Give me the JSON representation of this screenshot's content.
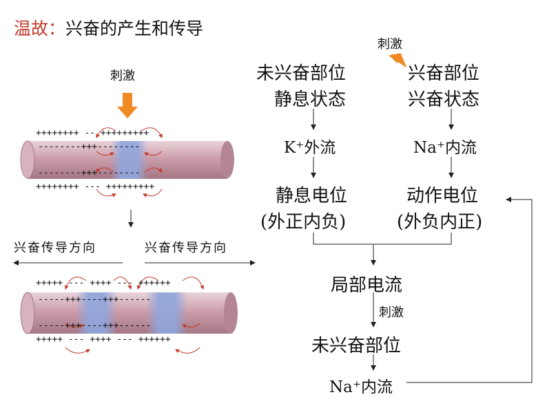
{
  "title": {
    "prefix": "温故：",
    "main": "兴奋的产生和传导"
  },
  "left": {
    "stimulus": "刺激",
    "top_nerve": {
      "outer_top": "++++++++ -- +++++++++",
      "inner_top": "--------+++--------",
      "inner_bottom": "--------+++--------",
      "outer_bottom": "++++++++ --- +++++++++"
    },
    "direction_left": "兴奋传导方向",
    "direction_right": "兴奋传导方向",
    "bottom_nerve": {
      "outer_top": "+++++ --- ++++ --- ++++++",
      "inner_top": "-----+++----+++------",
      "inner_bottom": "-----+++----+++------",
      "outer_bottom": "+++++ --- ++++ --- ++++++"
    }
  },
  "flow": {
    "stimulus_top": "刺激",
    "unexcited_part": "未兴奋部位",
    "resting_state": "静息状态",
    "excited_part": "兴奋部位",
    "excited_state": "兴奋状态",
    "k_out": "K⁺外流",
    "na_in_1": "Na⁺内流",
    "resting_potential": "静息电位",
    "resting_sign": "(外正内负)",
    "action_potential": "动作电位",
    "action_sign": "(外负内正)",
    "local_current": "局部电流",
    "stimulus_mid": "刺激",
    "unexcited_part_2": "未兴奋部位",
    "na_in_2": "Na⁺内流"
  },
  "colors": {
    "title_red": "#c0392b",
    "arrow_orange": "#f08a24",
    "nerve_pink": "#c99aa7",
    "excited_blue": "#8fa6dd",
    "curve_red": "#c0392b"
  }
}
